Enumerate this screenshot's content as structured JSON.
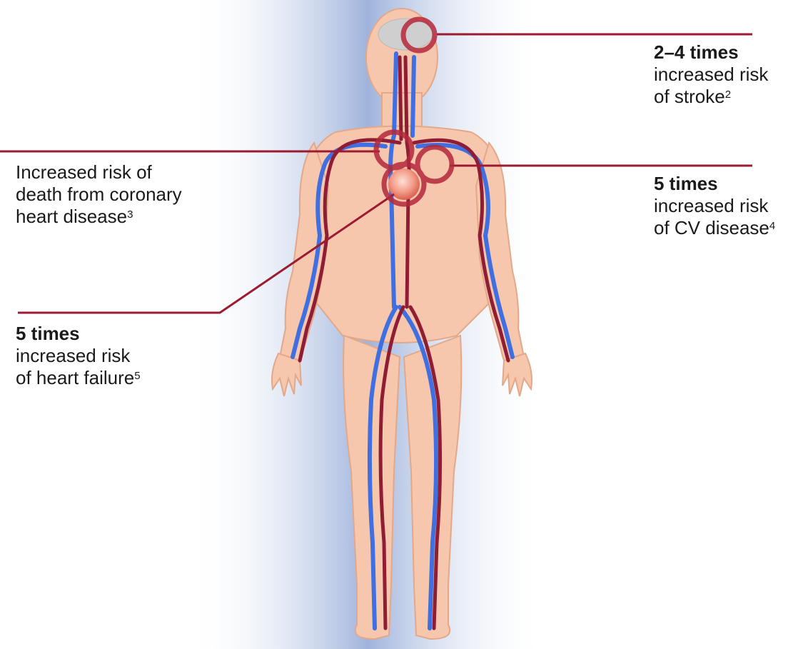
{
  "colors": {
    "accent": "#9b1b30",
    "ring": "#b4283c",
    "skin": "#f7c7ad",
    "skin_outline": "#e2a889",
    "artery": "#8f1d33",
    "vein": "#3f6fe0",
    "backdrop_center": "#aebfe0"
  },
  "callouts": {
    "stroke": {
      "bold": "2–4 times",
      "line1": "increased risk",
      "line2": "of stroke",
      "ref": "2"
    },
    "coronary": {
      "line1": "Increased risk of",
      "line2": "death from coronary",
      "line3": "heart disease",
      "ref": "3"
    },
    "cv": {
      "bold": "5 times",
      "line1": "increased risk",
      "line2": "of CV disease",
      "ref": "4"
    },
    "heart_failure": {
      "bold": "5 times",
      "line1": "increased risk",
      "line2": "of heart failure",
      "ref": "5"
    }
  }
}
